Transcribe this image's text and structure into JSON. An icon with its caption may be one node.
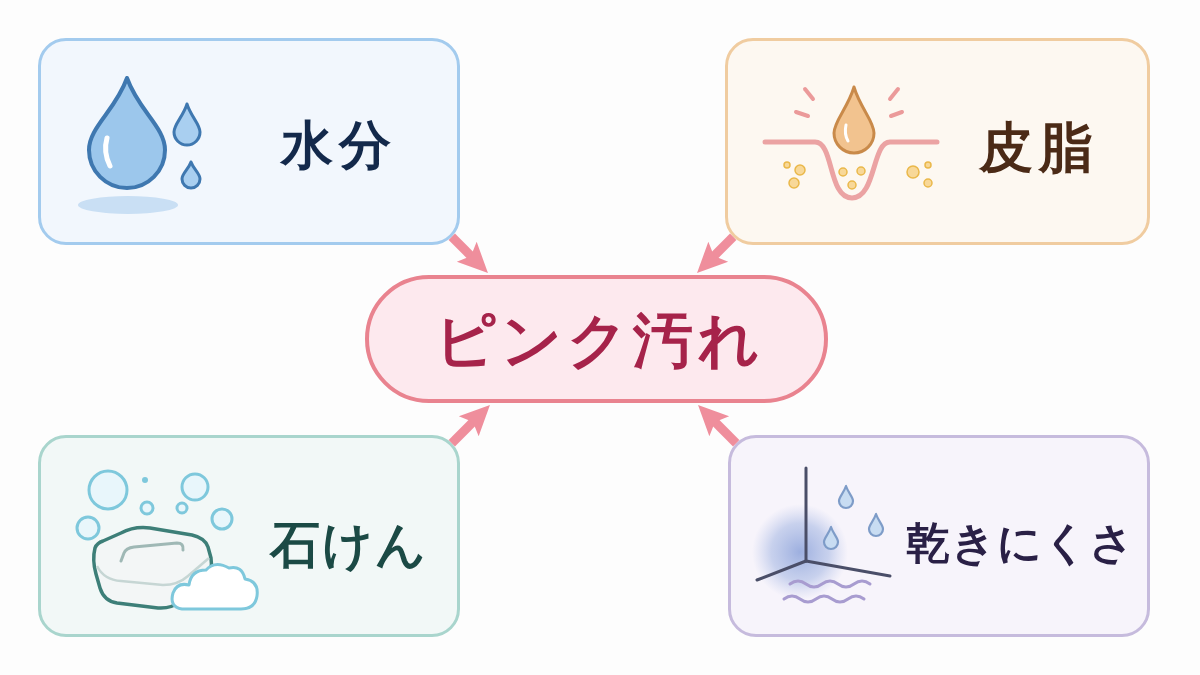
{
  "diagram": {
    "nodes": [
      {
        "text": [
          "水分"
        ]
      },
      {
        "text": [
          "皮脂"
        ]
      },
      {
        "text": [
          "ピンク汚れ"
        ]
      },
      {
        "text": [
          "石けん"
        ]
      },
      {
        "text": [
          "乾きにくさ"
        ]
      }
    ],
    "edges": [
      {
        "from": 0,
        "to": 2,
        "arrow": "to"
      },
      {
        "from": 1,
        "to": 2,
        "arrow": "to"
      },
      {
        "from": 3,
        "to": 2,
        "arrow": "to"
      },
      {
        "from": 4,
        "to": 2,
        "arrow": "to"
      }
    ]
  }
}
